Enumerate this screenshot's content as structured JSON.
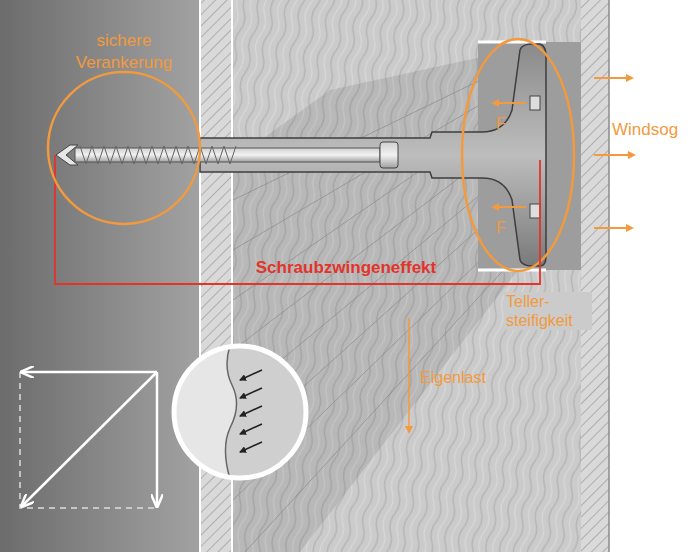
{
  "diagram": {
    "nodes": [
      {
        "text": [
          "sichere Verankerung"
        ]
      }
    ],
    "labels": [
      "F",
      "F",
      "Windsog",
      "Schraubzwingeneffekt",
      "Teller- steifigkeit",
      "Eigenlast"
    ]
  }
}
